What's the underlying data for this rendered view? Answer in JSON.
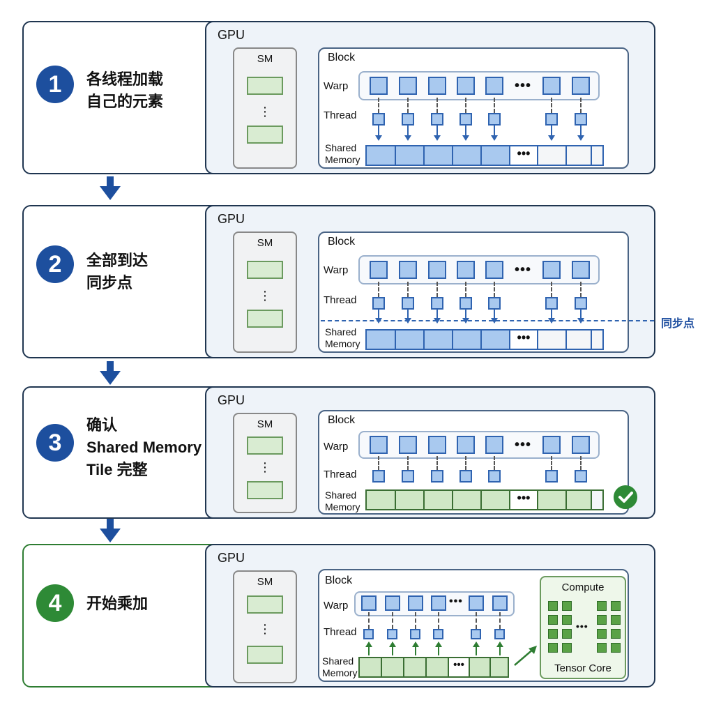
{
  "colors": {
    "accent_blue": "#1d4f9e",
    "accent_green": "#2e8a36",
    "memory_blue": "#a9c9ef",
    "memory_green": "#cfe7c6"
  },
  "steps": [
    {
      "number": "1",
      "title_lines": [
        "各线程加载",
        "自己的元素"
      ]
    },
    {
      "number": "2",
      "title_lines": [
        "全部到达",
        "同步点"
      ]
    },
    {
      "number": "3",
      "title_lines": [
        "确认",
        "Shared Memory",
        "Tile 完整"
      ]
    },
    {
      "number": "4",
      "title_lines": [
        "开始乘加"
      ]
    }
  ],
  "labels": {
    "gpu": "GPU",
    "sm": "SM",
    "block": "Block",
    "warp": "Warp",
    "thread": "Thread",
    "shared": "Shared",
    "memory": "Memory",
    "sync_point": "同步点",
    "compute": "Compute",
    "tensor_core": "Tensor Core",
    "ellipsis": "•••",
    "vdots": "⋮"
  },
  "icons": {
    "step_arrow": "down-arrow-icon",
    "complete": "check-circle-icon",
    "flow": "diagonal-arrow-icon"
  }
}
